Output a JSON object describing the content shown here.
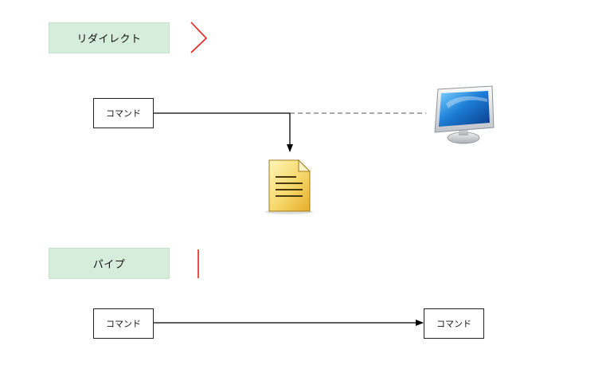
{
  "sections": {
    "redirect": {
      "title": "リダイレクト",
      "symbol_color": "#e2231a",
      "command_label": "コマンド",
      "icons": [
        "document-icon",
        "monitor-icon"
      ]
    },
    "pipe": {
      "title": "パイプ",
      "symbol_color": "#e2231a",
      "source_command_label": "コマンド",
      "target_command_label": "コマンド"
    }
  },
  "colors": {
    "label_background": "#d7eddc",
    "line": "#000000",
    "dashed_line": "#555555"
  }
}
